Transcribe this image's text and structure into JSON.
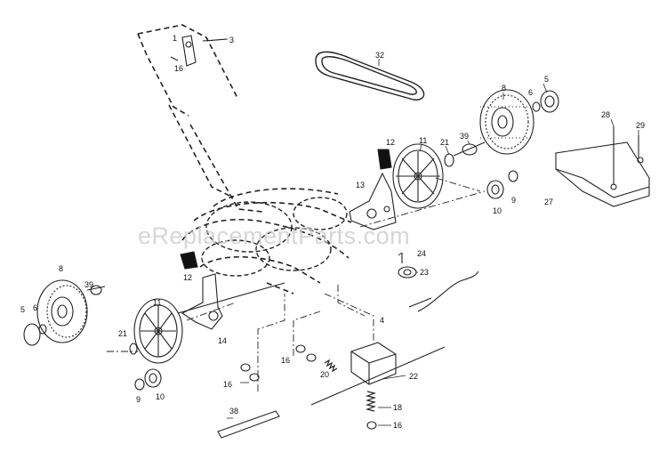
{
  "watermark": "eReplacementParts.com",
  "callouts": {
    "c1": "1",
    "c3": "3",
    "c16_top": "16",
    "c32": "32",
    "c8_right": "8",
    "c6_right": "6",
    "c5_right": "5",
    "c28": "28",
    "c29": "29",
    "c12_right": "12",
    "c11_right": "11",
    "c21_right": "21",
    "c39_right": "39",
    "c13": "13",
    "c9_right": "9",
    "c10_right": "10",
    "c27": "27",
    "c24": "24",
    "c23": "23",
    "c8_left": "8",
    "c39_left": "39",
    "c5_left": "5",
    "c6_left": "6",
    "c12_left": "12",
    "c11_left": "11",
    "c14": "14",
    "c21_left": "21",
    "c9_left": "9",
    "c10_left": "10",
    "c4": "4",
    "c16_mid": "16",
    "c16_left": "16",
    "c20": "20",
    "c22": "22",
    "c38": "38",
    "c18": "18",
    "c16_bottom": "16"
  }
}
